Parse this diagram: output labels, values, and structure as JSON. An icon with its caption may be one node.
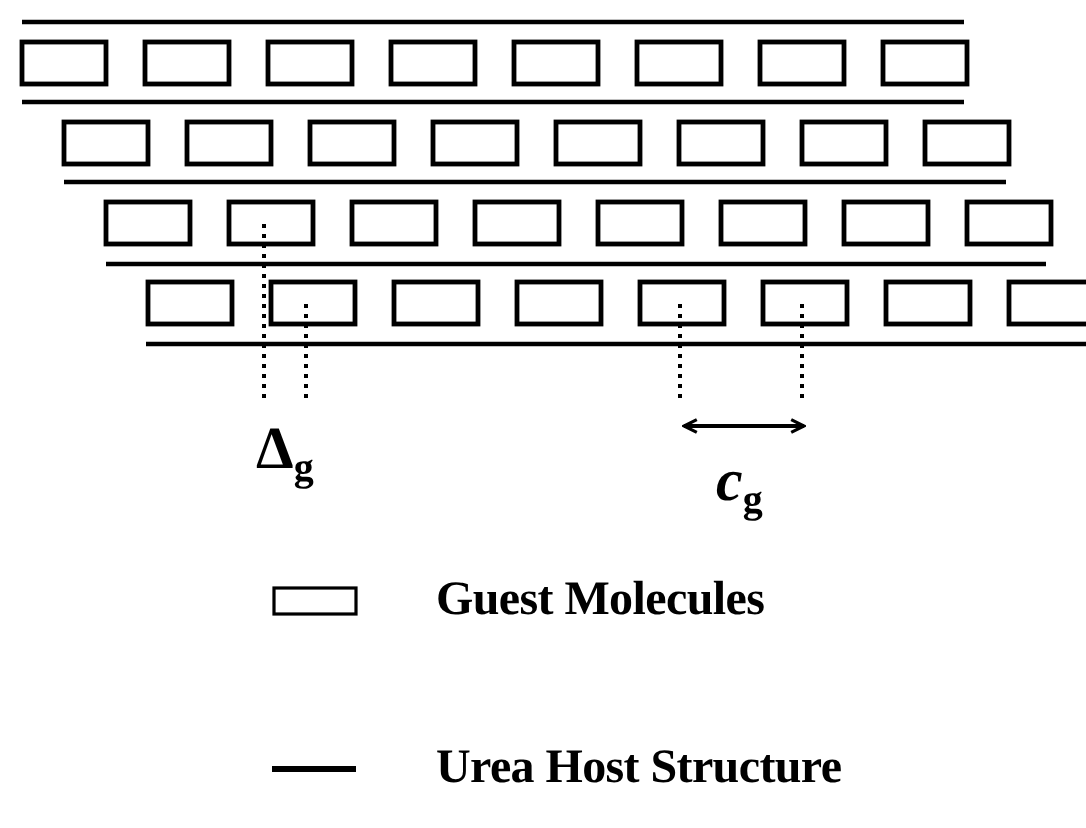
{
  "diagram": {
    "labels": [
      "Δ$_{g}$",
      "*c*$_{g}$"
    ],
    "legend": [
      {
        "text": "Guest Molecules"
      },
      {
        "text": "Urea Host Structure"
      }
    ]
  }
}
